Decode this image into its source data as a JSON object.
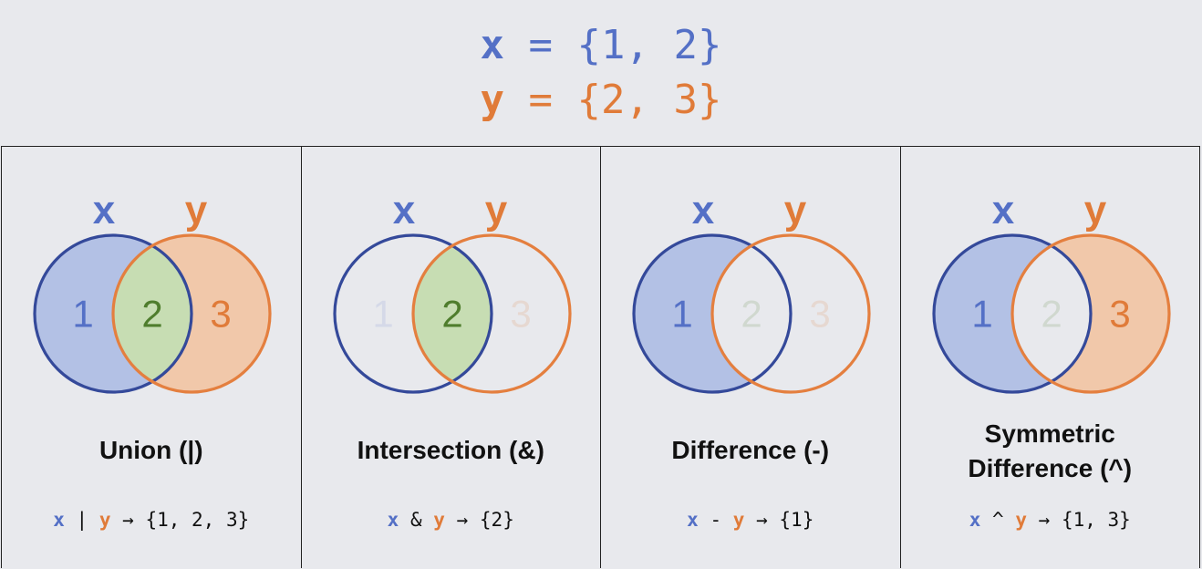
{
  "definitions": {
    "x": {
      "name": "x",
      "equals": "=",
      "set": "{1, 2}"
    },
    "y": {
      "name": "y",
      "equals": "=",
      "set": "{2, 3}"
    }
  },
  "colors": {
    "x_text": "#5470c6",
    "y_text": "#e07b39",
    "x_stroke": "#34499a",
    "y_stroke": "#e47f3f",
    "x_fill": "#b3c1e5",
    "y_fill": "#f1c8aa",
    "overlap_fill": "#c7ddb3",
    "overlap_text": "#4f7d2d"
  },
  "panels": [
    {
      "id": "union",
      "labels": {
        "x": "x",
        "y": "y"
      },
      "regions": {
        "left": "1",
        "middle": "2",
        "right": "3"
      },
      "highlight": {
        "left": true,
        "middle": true,
        "right": true
      },
      "name_lines": [
        "Union (|)"
      ],
      "expr": {
        "x": "x",
        "op": "|",
        "y": "y",
        "arrow": "→",
        "result": "{1, 2, 3}"
      }
    },
    {
      "id": "intersection",
      "labels": {
        "x": "x",
        "y": "y"
      },
      "regions": {
        "left": "1",
        "middle": "2",
        "right": "3"
      },
      "highlight": {
        "left": false,
        "middle": true,
        "right": false
      },
      "name_lines": [
        "Intersection (&)"
      ],
      "expr": {
        "x": "x",
        "op": "&",
        "y": "y",
        "arrow": "→",
        "result": "{2}"
      }
    },
    {
      "id": "difference",
      "labels": {
        "x": "x",
        "y": "y"
      },
      "regions": {
        "left": "1",
        "middle": "2",
        "right": "3"
      },
      "highlight": {
        "left": true,
        "middle": false,
        "right": false
      },
      "name_lines": [
        "Difference (-)"
      ],
      "expr": {
        "x": "x",
        "op": "-",
        "y": "y",
        "arrow": "→",
        "result": "{1}"
      }
    },
    {
      "id": "symmetric-difference",
      "labels": {
        "x": "x",
        "y": "y"
      },
      "regions": {
        "left": "1",
        "middle": "2",
        "right": "3"
      },
      "highlight": {
        "left": true,
        "middle": false,
        "right": true
      },
      "name_lines": [
        "Symmetric",
        "Difference (^)"
      ],
      "expr": {
        "x": "x",
        "op": "^",
        "y": "y",
        "arrow": "→",
        "result": "{1, 3}"
      }
    }
  ]
}
